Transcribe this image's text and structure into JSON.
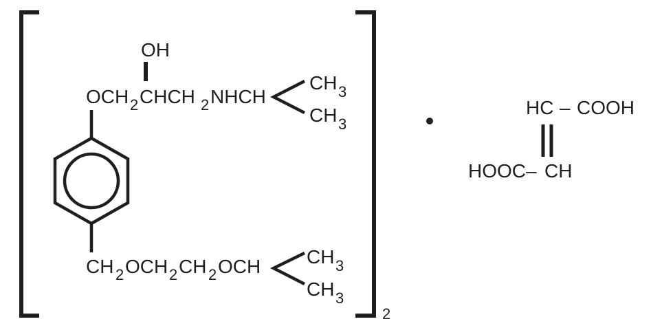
{
  "diagram": {
    "type": "chemical-structure",
    "bracket_multiplier": "2",
    "salt_separator": "•",
    "colors": {
      "ink": "#1e1e1e",
      "background": "#ffffff"
    },
    "top_chain": {
      "hydroxyl": "OH",
      "segments": [
        "OCH",
        "2",
        "CHCH",
        "2",
        "NHCH"
      ],
      "branch_upper": {
        "main": "CH",
        "sub": "3"
      },
      "branch_lower": {
        "main": "CH",
        "sub": "3"
      }
    },
    "bottom_chain": {
      "segments": [
        "CH",
        "2",
        "OCH",
        "2",
        "CH",
        "2",
        "OCH"
      ],
      "branch_upper": {
        "main": "CH",
        "sub": "3"
      },
      "branch_lower": {
        "main": "CH",
        "sub": "3"
      }
    },
    "fumaric_acid": {
      "top_left": "HC",
      "top_dash": "–",
      "top_right": "COOH",
      "bottom_left": "HOOC–",
      "bottom_right": "CH"
    }
  }
}
